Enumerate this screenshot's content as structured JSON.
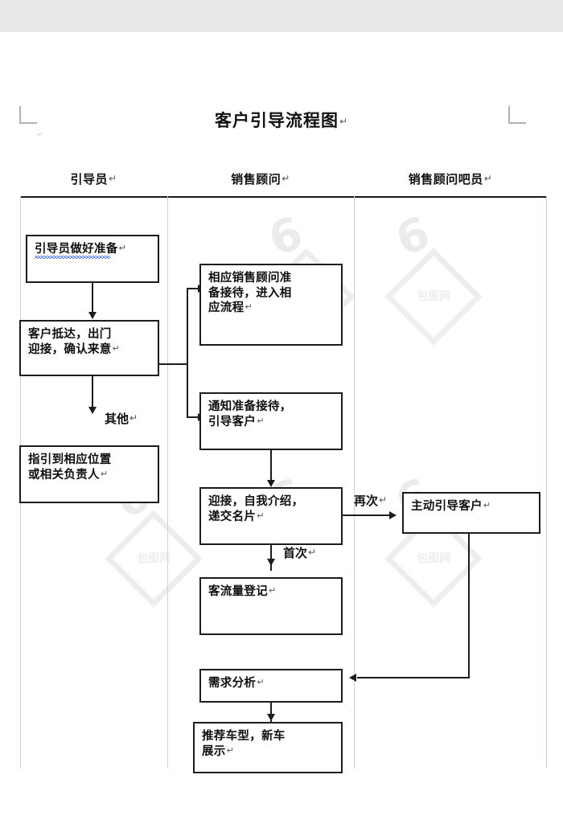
{
  "document": {
    "title": "客户引导流程图",
    "pilcrow": "↵",
    "corner_tick": "↵"
  },
  "lanes": [
    {
      "id": "lane-guide",
      "header": "引导员"
    },
    {
      "id": "lane-sales",
      "header": "销售顾问"
    },
    {
      "id": "lane-sales-bar",
      "header": "销售顾问吧员"
    }
  ],
  "nodes": {
    "prepare": {
      "lines": [
        "引导员做好准备"
      ],
      "spellcheck": true
    },
    "arrive": {
      "lines": [
        "客户抵达，出门",
        "迎接，确认来意"
      ]
    },
    "guide_to": {
      "lines": [
        "指引到相应位置",
        "或相关负责人"
      ]
    },
    "sales_ready": {
      "lines": [
        "相应销售顾问准",
        "备接待，进入相",
        "应流程"
      ]
    },
    "notify": {
      "lines": [
        "通知准备接待，",
        "引导客户"
      ]
    },
    "greet": {
      "lines": [
        "迎接，自我介绍，",
        "递交名片"
      ]
    },
    "register": {
      "lines": [
        "客流量登记"
      ]
    },
    "demand": {
      "lines": [
        "需求分析"
      ]
    },
    "recommend": {
      "lines": [
        "推荐车型，新车",
        "展示"
      ]
    },
    "active_guide": {
      "lines": [
        "主动引导客户"
      ]
    }
  },
  "edge_labels": {
    "other": "其他",
    "again": "再次",
    "first": "首次"
  },
  "watermark": {
    "digit": "6",
    "badge_text": "包图网"
  },
  "colors": {
    "line": "#1c1c1c",
    "lane_divider": "#cfcfcf",
    "spell_underline": "#2b5fd9",
    "chrome": "#e8e8e8"
  }
}
